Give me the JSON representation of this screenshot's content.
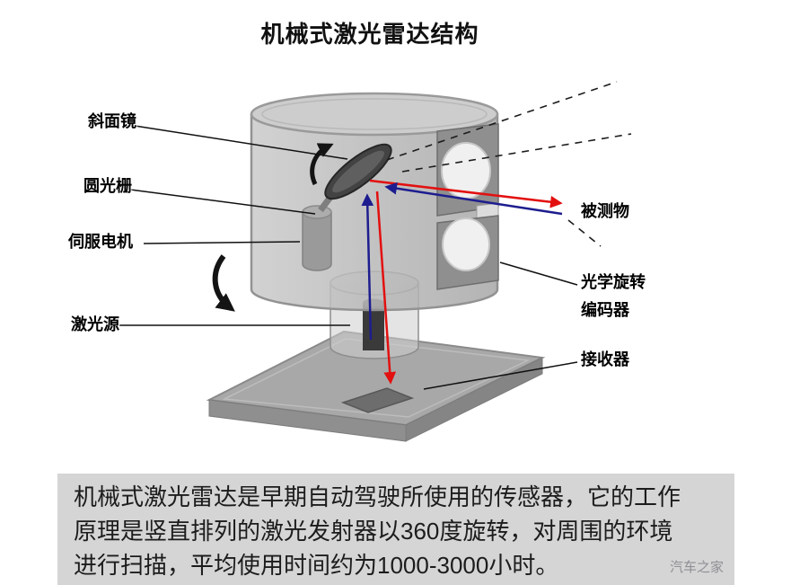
{
  "title": "机械式激光雷达结构",
  "diagram": {
    "labels": {
      "slant_mirror": "斜面镜",
      "circular_grating": "圆光栅",
      "servo_motor": "伺服电机",
      "laser_source": "激光源",
      "measured_object": "被测物",
      "optical_encoder_line1": "光学旋转",
      "optical_encoder_line2": "编码器",
      "receiver": "接收器"
    },
    "colors": {
      "outgoing_beam": "#e31010",
      "return_beam": "#1d1d8f",
      "housing_gray": "#b7b7b7",
      "caption_background": "#d5d5d5"
    }
  },
  "caption": {
    "line1": "机械式激光雷达是早期自动驾驶所使用的传感器，它的工作",
    "line2": "原理是竖直排列的激光发射器以360度旋转，对周围的环境",
    "line3": "进行扫描，平均使用时间约为1000-3000小时。"
  },
  "watermark": "汽车之家"
}
